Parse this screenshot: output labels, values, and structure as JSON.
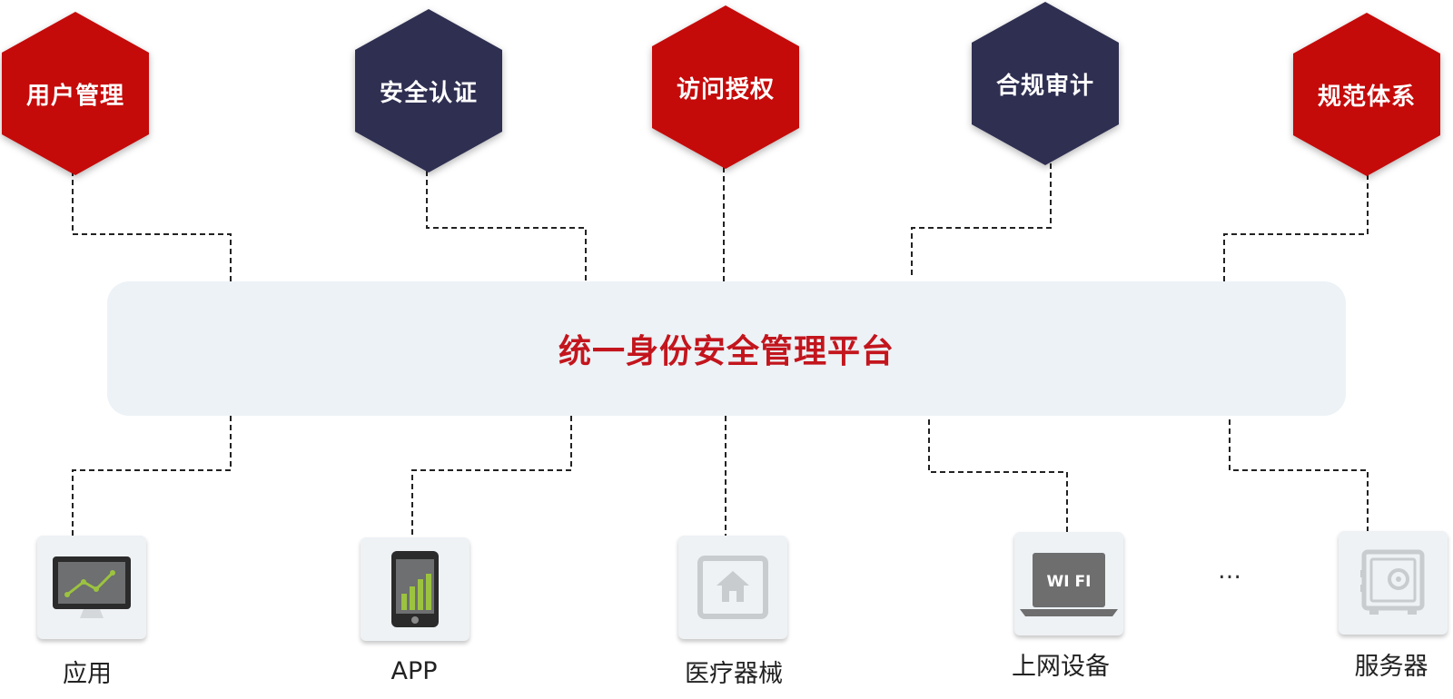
{
  "capabilities": [
    {
      "label": "用户管理",
      "color": "#c50a0a"
    },
    {
      "label": "安全认证",
      "color": "#2f2f52"
    },
    {
      "label": "访问授权",
      "color": "#c50a0a"
    },
    {
      "label": "合规审计",
      "color": "#2f2f52"
    },
    {
      "label": "规范体系",
      "color": "#c50a0a"
    }
  ],
  "platform": {
    "title": "统一身份安全管理平台",
    "color": "#c3151d"
  },
  "devices": [
    {
      "label": "应用",
      "icon": "monitor-chart-icon"
    },
    {
      "label": "APP",
      "icon": "smartphone-chart-icon"
    },
    {
      "label": "医疗器械",
      "icon": "home-icon"
    },
    {
      "label": "上网设备",
      "icon": "wifi-laptop-icon",
      "screen_text": "WI FI"
    },
    {
      "label": "服务器",
      "icon": "safe-icon"
    }
  ],
  "ellipsis": "…"
}
